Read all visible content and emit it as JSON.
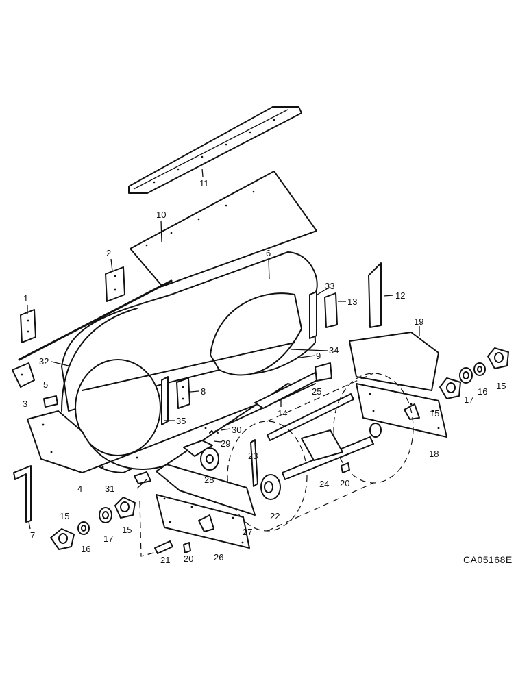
{
  "diagram_code": "CA05168E",
  "callouts": {
    "c1": "1",
    "c2": "2",
    "c3": "3",
    "c4": "4",
    "c5": "5",
    "c6": "6",
    "c7": "7",
    "c8": "8",
    "c9": "9",
    "c10": "10",
    "c11": "11",
    "c12": "12",
    "c13": "13",
    "c14": "14",
    "c15": "15",
    "c16": "16",
    "c17": "17",
    "c18": "18",
    "c19": "19",
    "c20": "20",
    "c21": "21",
    "c22": "22",
    "c23": "23",
    "c24": "24",
    "c25": "25",
    "c26": "26",
    "c27": "27",
    "c28": "28",
    "c29": "29",
    "c30": "30",
    "c31": "31",
    "c32": "32",
    "c33": "33",
    "c34": "34",
    "c35": "35"
  }
}
